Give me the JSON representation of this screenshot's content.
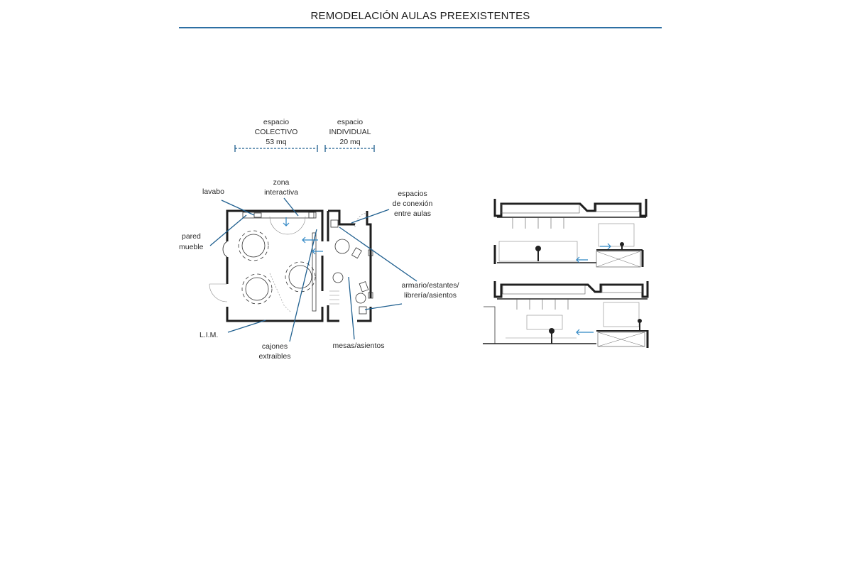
{
  "header": {
    "title": "REMODELACIÓN AULAS PREEXISTENTES"
  },
  "dimensions": {
    "collective": {
      "line1": "espacio",
      "line2": "COLECTIVO",
      "area": "53 mq"
    },
    "individual": {
      "line1": "espacio",
      "line2": "INDIVIDUAL",
      "area": "20 mq"
    }
  },
  "labels": {
    "zona": [
      "zona",
      "interactiva"
    ],
    "lavabo": "lavabo",
    "pared": [
      "pared",
      "mueble"
    ],
    "espacios": [
      "espacios",
      "de conexión",
      "entre aulas"
    ],
    "armario": [
      "armario/estantes/",
      "librería/asientos"
    ],
    "lim": "L.I.M.",
    "cajones": [
      "cajones",
      "extraibles"
    ],
    "mesas": "mesas/asientos"
  },
  "colors": {
    "accent": "#2d6fa3",
    "leader": "#1f5f8f",
    "ink": "#1e1e1e"
  }
}
